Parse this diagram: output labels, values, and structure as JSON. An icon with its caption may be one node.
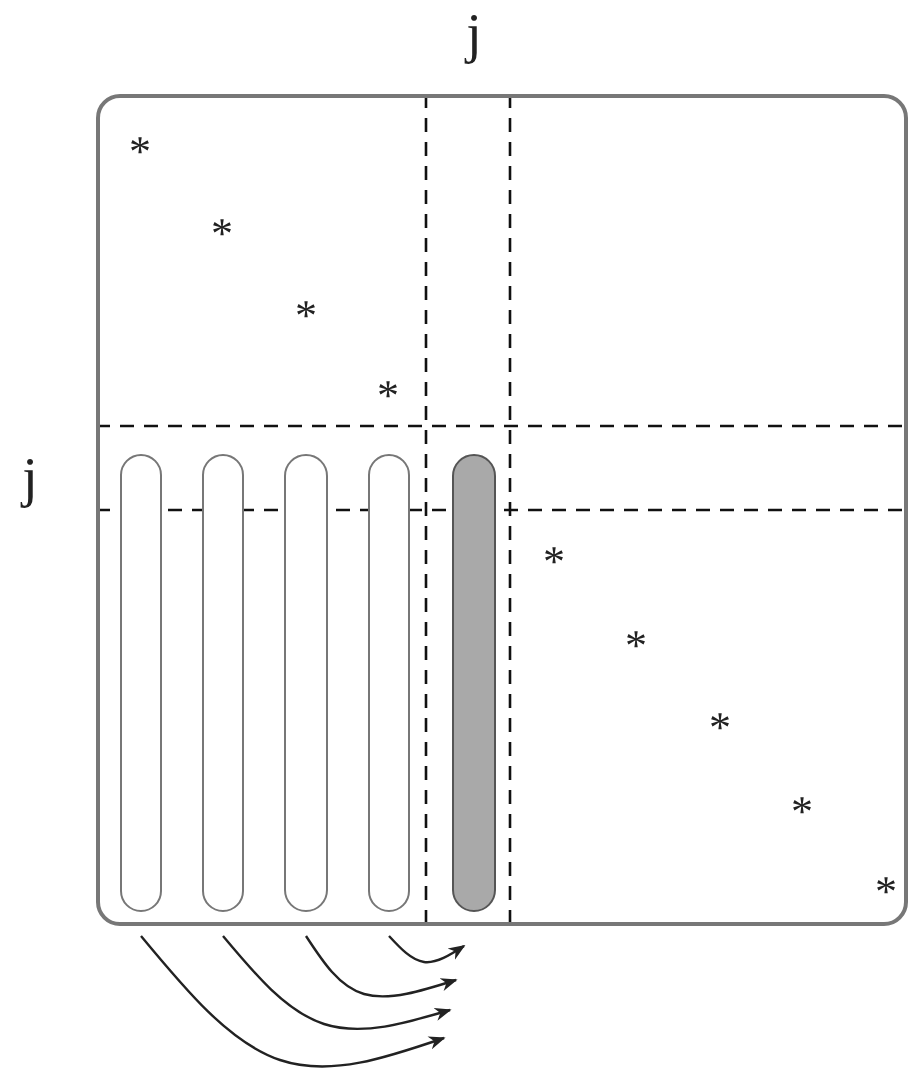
{
  "diagram": {
    "nodes": [
      {
        "text": [],
        "shape": "box"
      },
      {
        "text": [],
        "shape": "bar",
        "in": 0
      },
      {
        "text": [],
        "shape": "bar",
        "in": 0
      },
      {
        "text": [],
        "shape": "bar",
        "in": 0
      },
      {
        "text": [],
        "shape": "bar",
        "in": 0
      },
      {
        "text": [],
        "shape": "bar",
        "in": 0
      }
    ],
    "edges": [
      {
        "from": 1,
        "to": 5,
        "arrow": "to"
      },
      {
        "from": 2,
        "to": 5,
        "arrow": "to"
      },
      {
        "from": 3,
        "to": 5,
        "arrow": "to"
      },
      {
        "from": 4,
        "to": 5,
        "arrow": "to"
      }
    ],
    "labels": [
      "j",
      "j",
      "*",
      "*",
      "*",
      "*",
      "*",
      "*",
      "*",
      "*",
      "*"
    ]
  }
}
